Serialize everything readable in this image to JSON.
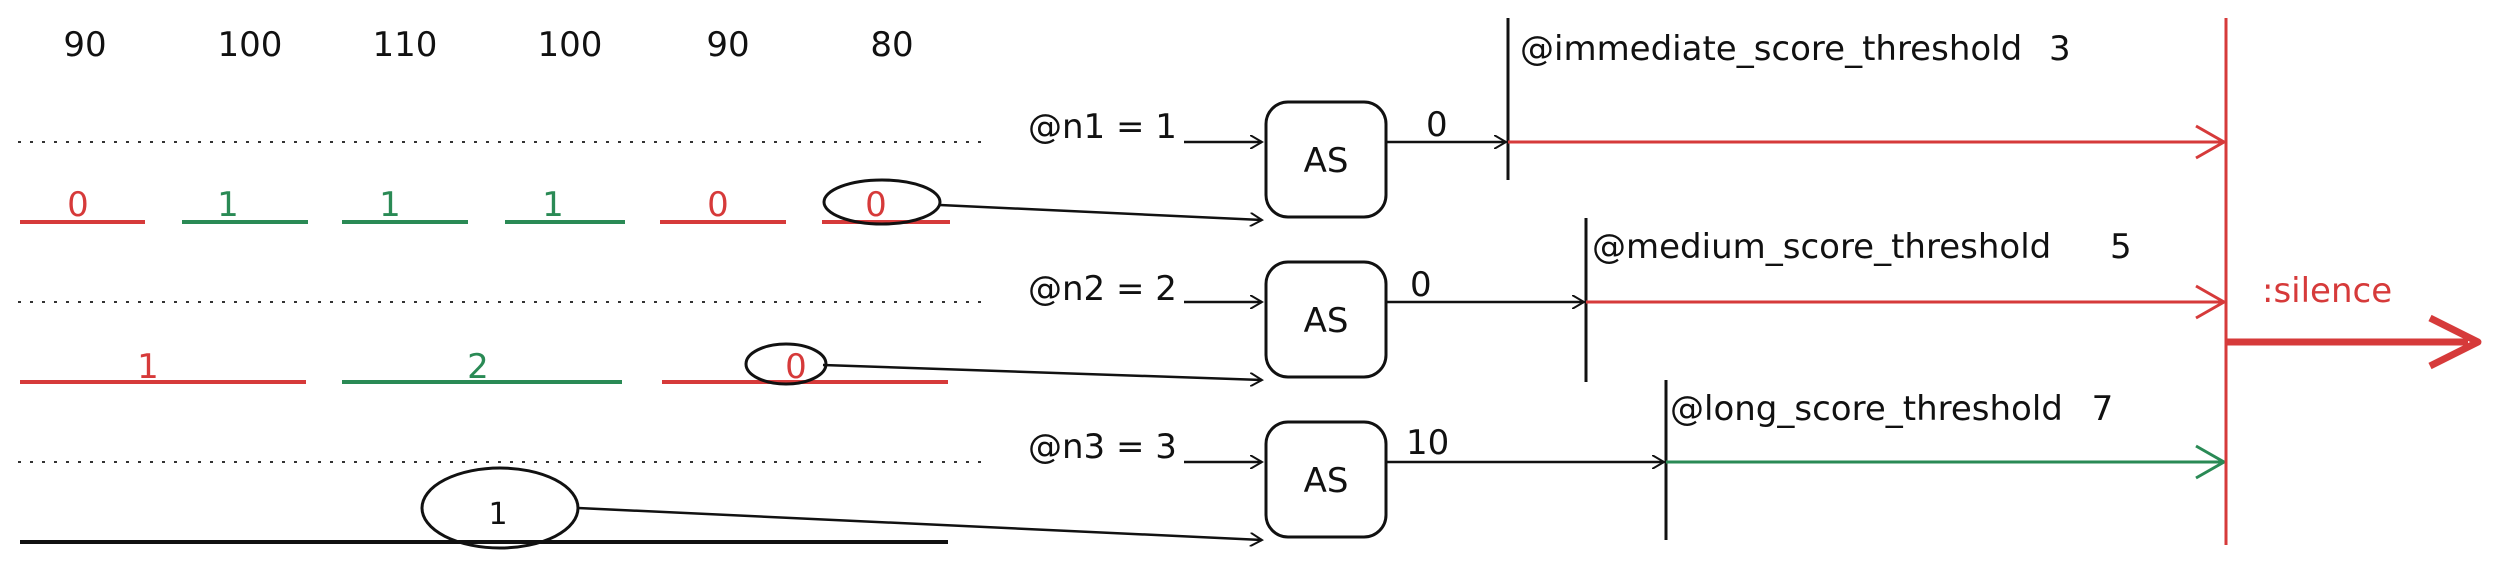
{
  "colors": {
    "red": "#d63a3a",
    "green": "#2a8a55",
    "black": "#111111"
  },
  "header_values": [
    "90",
    "100",
    "110",
    "100",
    "90",
    "80"
  ],
  "rows": [
    {
      "input_label": "@n1 = 1",
      "block_label": "AS",
      "output_value": "0",
      "threshold_label": "@immediate_score_threshold",
      "threshold_value": "3",
      "segments": [
        {
          "label": "0",
          "color": "red"
        },
        {
          "label": "1",
          "color": "green"
        },
        {
          "label": "1",
          "color": "green"
        },
        {
          "label": "1",
          "color": "green"
        },
        {
          "label": "0",
          "color": "red"
        },
        {
          "label": "0",
          "color": "red",
          "circled": true
        }
      ]
    },
    {
      "input_label": "@n2 = 2",
      "block_label": "AS",
      "output_value": "0",
      "threshold_label": "@medium_score_threshold",
      "threshold_value": "5",
      "segments": [
        {
          "label": "1",
          "color": "red"
        },
        {
          "label": "2",
          "color": "green"
        },
        {
          "label": "0",
          "color": "red",
          "circled": true
        }
      ]
    },
    {
      "input_label": "@n3 = 3",
      "block_label": "AS",
      "output_value": "10",
      "threshold_label": "@long_score_threshold",
      "threshold_value": "7",
      "segments": [
        {
          "label": "1",
          "color": "black",
          "circled": true
        }
      ]
    }
  ],
  "output_label": ":silence"
}
